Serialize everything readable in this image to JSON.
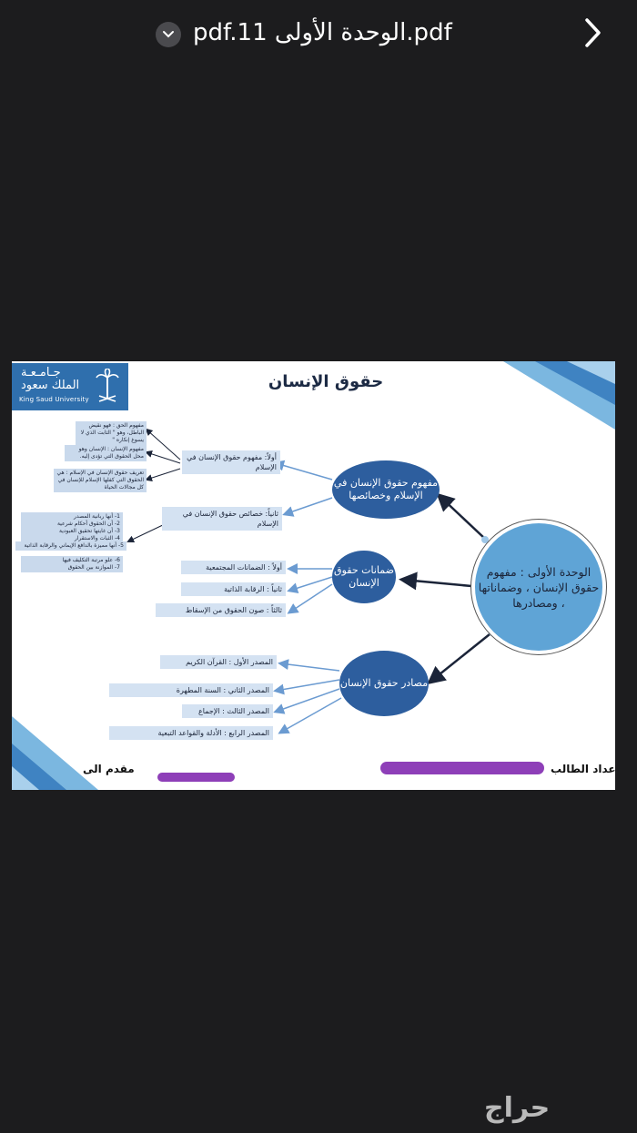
{
  "topbar": {
    "title": "pdf.الوحدة الأولى 11.pdf",
    "dropdown_icon": "chevron-down-icon",
    "next_icon": "chevron-right-icon"
  },
  "slide": {
    "title": "حقوق الإنسان",
    "logo": {
      "arabic_line1": "جـامـعـة",
      "arabic_line2": "الملك سعود",
      "english": "King Saud University"
    },
    "main_circle": "الوحدة الأولى : مفهوم حقوق الإنسان ، وضماناتها ، ومصادرها",
    "circle1": "مفهوم حقوق الإنسان في الإسلام وخصائصها",
    "circle2": "ضمانات حقوق الإنسان",
    "circle3": "مصادر حقوق الإنسان",
    "concept_box": "أولاً: مفهوم حقوق الإنسان في الإسلام",
    "characteristics_box": "ثانياً: خصائص حقوق الإنسان في الإسلام",
    "definitions": [
      "مفهوم الحق : فهو نقيض الباطل، وهو \" الثابت الذي لا يسوغ إنكاره \"",
      "مفهوم الإنسان : الإنسان وهو محل الحقوق التي تؤدى إليه.",
      "تعريف حقوق الإنسان في الإسلام : هي الحقوق التي كفلها الإسلام للإنسان في كل مجالات الحياة"
    ],
    "characteristics_list": [
      "1- أنها ربانية المصدر",
      "2- أن الحقوق أحكام شرعية",
      "3- أن غايتها تحقيق العبودية",
      "4- الثبات والاستقرار",
      "5- أنها مميزة بالدافع الإيماني والرقابة الذاتية",
      "6- علو مرتبة التكليف فيها",
      "7- الموازنة بين الحقوق"
    ],
    "guarantees": [
      "أولاً : الضمانات المجتمعية",
      "ثانياً : الرقابة الذاتية",
      "ثالثاً : صون الحقوق من الإسقاط"
    ],
    "sources": [
      "المصدر الأول : القرآن الكريم",
      "المصدر الثاني : السنة المطهرة",
      "المصدر الثالث : الإجماع",
      "المصدر الرابع : الأدلة والقواعد التبعية"
    ],
    "footer_left": "مقدم الى",
    "footer_right": "إعداد الطالب",
    "colors": {
      "accent_dark": "#2d5e9e",
      "accent_light": "#5fa4d6",
      "box_bg": "#d4e2f2",
      "scribble": "#8e3fb8"
    }
  },
  "watermark": "حراج"
}
